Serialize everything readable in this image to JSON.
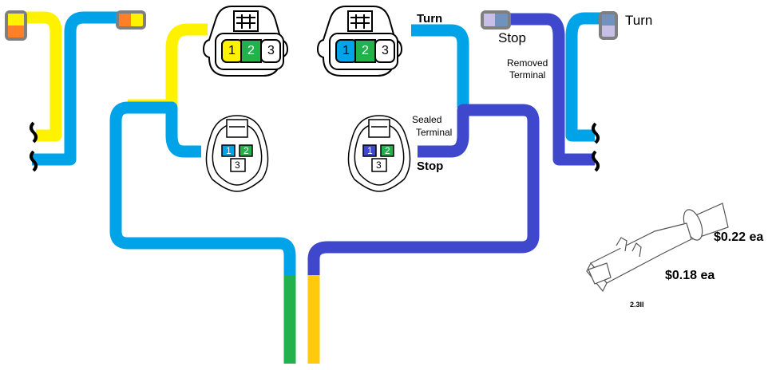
{
  "colors": {
    "yellow": "#FFF200",
    "light_blue": "#00A2E8",
    "dark_blue": "#3F48CC",
    "green": "#22B14C",
    "amber": "#FFC90E",
    "orange": "#FF7F27",
    "lavender": "#C8BFE7"
  },
  "labels": {
    "turn_top": "Turn",
    "stop_top_right": "Stop",
    "turn_top_right": "Turn",
    "removed_terminal": [
      "Removed",
      "Terminal"
    ],
    "sealed_terminal": [
      "Sealed",
      "Terminal"
    ],
    "stop_mid": "Stop",
    "price_seal": "$0.22 ea",
    "price_terminal": "$0.18 ea",
    "terminal_size": "2.3II"
  },
  "connectors": {
    "top_left_pins": [
      "1",
      "2",
      "3"
    ],
    "top_right_pins": [
      "1",
      "2",
      "3"
    ],
    "bottom_left_pins": [
      "1",
      "2",
      "3"
    ],
    "bottom_right_pins": [
      "1",
      "2",
      "3"
    ]
  }
}
